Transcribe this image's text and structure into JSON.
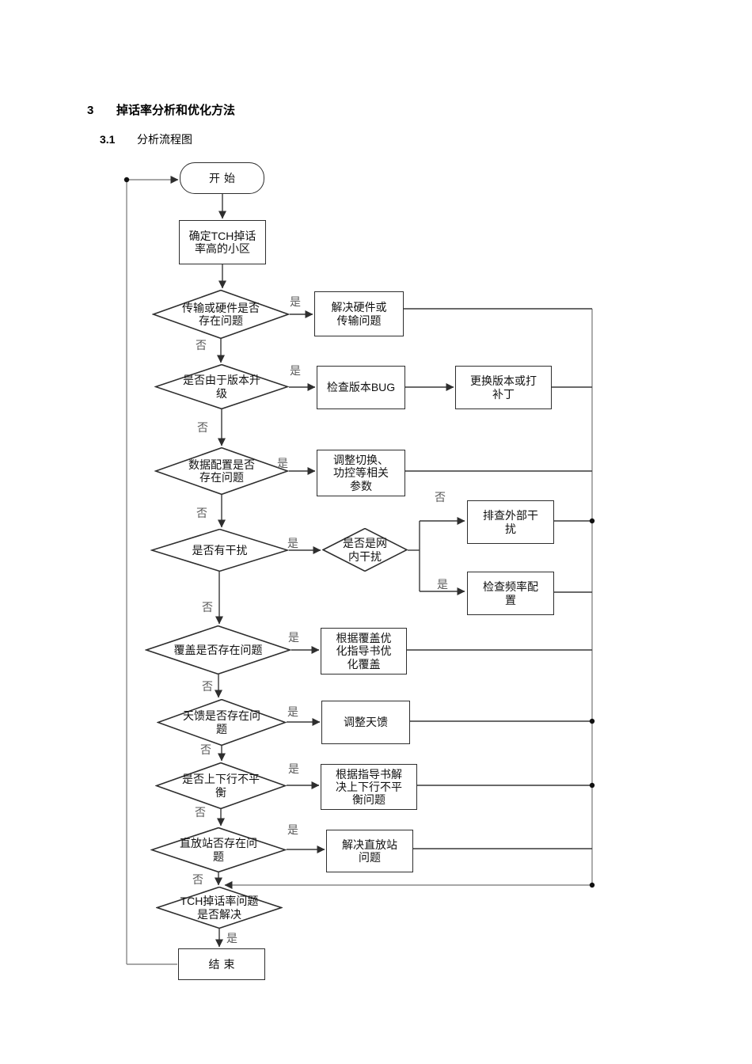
{
  "page": {
    "heading": {
      "number": "3",
      "title": "掉话率分析和优化方法"
    },
    "subheading": {
      "number": "3.1",
      "title": "分析流程图"
    }
  },
  "flowchart": {
    "edge_labels": {
      "yes": "是",
      "no": "否"
    },
    "nodes": {
      "start": "开始",
      "identify_cell": "确定TCH掉话\n率高的小区",
      "d_hw": "传输或硬件是否\n存在问题",
      "b_hw": "解决硬件或\n传输问题",
      "d_ver": "是否由于版本升\n级",
      "b_bug": "检查版本BUG",
      "b_patch": "更换版本或打\n补丁",
      "d_cfg": "数据配置是否\n存在问题",
      "b_param": "调整切换、\n功控等相关\n参数",
      "d_intf": "是否有干扰",
      "d_innet": "是否是网\n内干扰",
      "b_ext": "排查外部干\n扰",
      "b_freq": "检查频率配\n置",
      "d_cov": "覆盖是否存在问题",
      "b_cov": "根据覆盖优\n化指导书优\n化覆盖",
      "d_ant": "天馈是否存在问\n题",
      "b_ant": "调整天馈",
      "d_bal": "是否上下行不平\n衡",
      "b_bal": "根据指导书解\n决上下行不平\n衡问题",
      "d_rep": "直放站否存在问\n题",
      "b_rep": "解决直放站\n问题",
      "d_solved": "TCH掉话率问题\n是否解决",
      "end": "结束"
    }
  }
}
